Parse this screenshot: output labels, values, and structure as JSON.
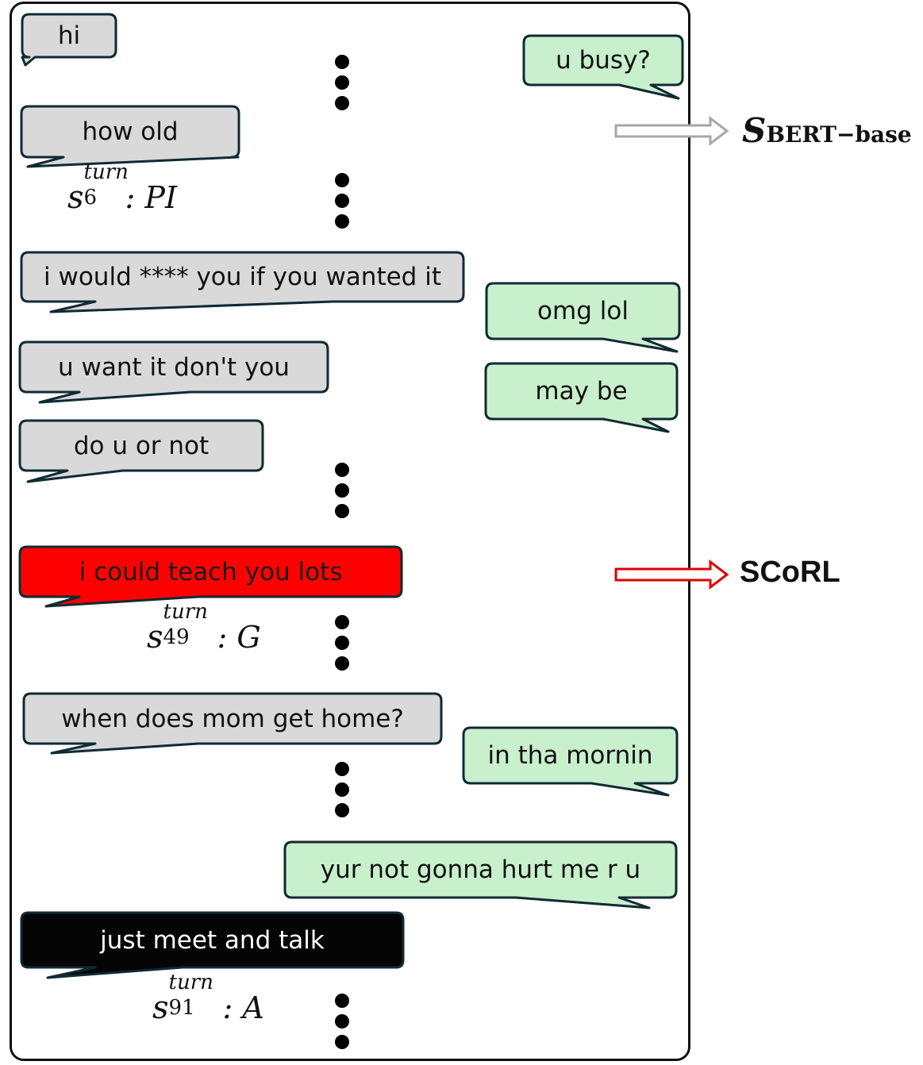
{
  "messages": [
    {
      "id": "m1",
      "side": "left",
      "text": "hi",
      "style": "gray"
    },
    {
      "id": "m2",
      "side": "right",
      "text": "u busy?",
      "style": "green"
    },
    {
      "id": "m3",
      "side": "left",
      "text": "how old",
      "style": "gray"
    },
    {
      "id": "m4",
      "side": "left",
      "text": "i would **** you if you wanted it",
      "style": "gray"
    },
    {
      "id": "m5",
      "side": "right",
      "text": "omg lol",
      "style": "green"
    },
    {
      "id": "m6",
      "side": "left",
      "text": "u want it don't you",
      "style": "gray"
    },
    {
      "id": "m7",
      "side": "right",
      "text": "may be",
      "style": "green"
    },
    {
      "id": "m8",
      "side": "left",
      "text": "do u or not",
      "style": "gray"
    },
    {
      "id": "m9",
      "side": "left",
      "text": "i could teach you lots",
      "style": "red"
    },
    {
      "id": "m10",
      "side": "left",
      "text": "when does mom get home?",
      "style": "gray"
    },
    {
      "id": "m11",
      "side": "right",
      "text": "in tha mornin",
      "style": "green"
    },
    {
      "id": "m12",
      "side": "right",
      "text": "yur not gonna hurt me r u",
      "style": "green"
    },
    {
      "id": "m13",
      "side": "left",
      "text": "just meet and talk",
      "style": "black"
    }
  ],
  "turn_labels": [
    {
      "base": "s",
      "sup": "turn",
      "sub": "6",
      "value": ": PI"
    },
    {
      "base": "s",
      "sup": "turn",
      "sub": "49",
      "value": ": G"
    },
    {
      "base": "s",
      "sup": "turn",
      "sub": "91",
      "value": ": A"
    }
  ],
  "side_labels": {
    "sbert_base": "S",
    "sbert_sub": "BERT−base",
    "scorl": "SCoRL"
  },
  "colors": {
    "gray": "#d9d9d9",
    "green": "#c9f0cc",
    "red": "#ff0000",
    "black": "#050505",
    "border": "#0f2a33",
    "arrow_gray": "#a6a6a6",
    "arrow_red": "#e00000"
  }
}
